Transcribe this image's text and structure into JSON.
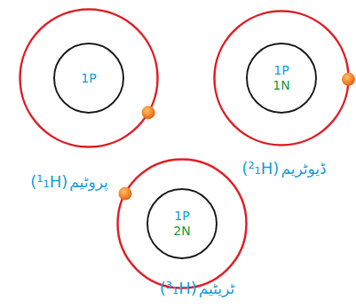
{
  "diagram": {
    "nodes": [
      {
        "text": [
          "پروٹیم",
          "(¹₁H)"
        ]
      },
      {
        "text": [
          "1P"
        ],
        "in": 0
      },
      {
        "text": [
          "ڈیوٹریم",
          "(²₁H)"
        ]
      },
      {
        "text": [
          "1P",
          "1N"
        ],
        "in": 2
      },
      {
        "text": [
          "ٹریٹیم",
          "(³₁H)"
        ]
      },
      {
        "text": [
          "1P",
          "2N"
        ],
        "in": 4
      }
    ]
  }
}
